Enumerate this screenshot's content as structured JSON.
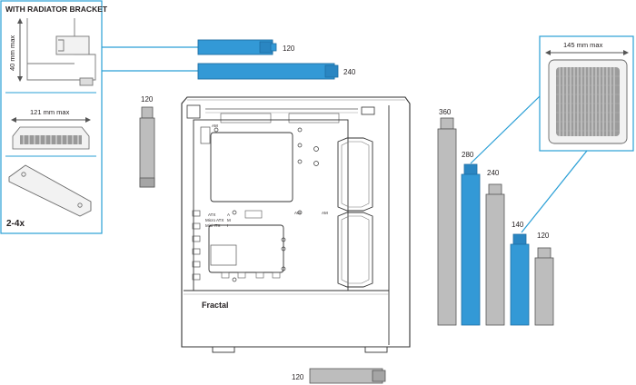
{
  "left_panel": {
    "title": "WITH RADIATOR BRACKET",
    "height_label": "40 mm max",
    "width_label": "121 mm max",
    "bracket_count": "2-4x"
  },
  "right_panel": {
    "width_label": "145 mm max"
  },
  "radiators": {
    "top_120": "120",
    "top_240": "240",
    "front_360": "360",
    "front_280": "280",
    "front_240": "240",
    "rear_140": "140",
    "rear_120": "120",
    "left_120": "120",
    "bottom_120": "120"
  },
  "case": {
    "brand": "Fractal",
    "mb_labels": [
      "ATX",
      "A",
      "Micro ATX",
      "M",
      "Mini ITX",
      "I",
      "AM",
      "AM",
      "AM"
    ]
  },
  "colors": {
    "highlight_blue": "#3399d6",
    "callout_line": "#2a9fd6",
    "gray_fill": "#bdbdbd",
    "outline": "#333333"
  }
}
